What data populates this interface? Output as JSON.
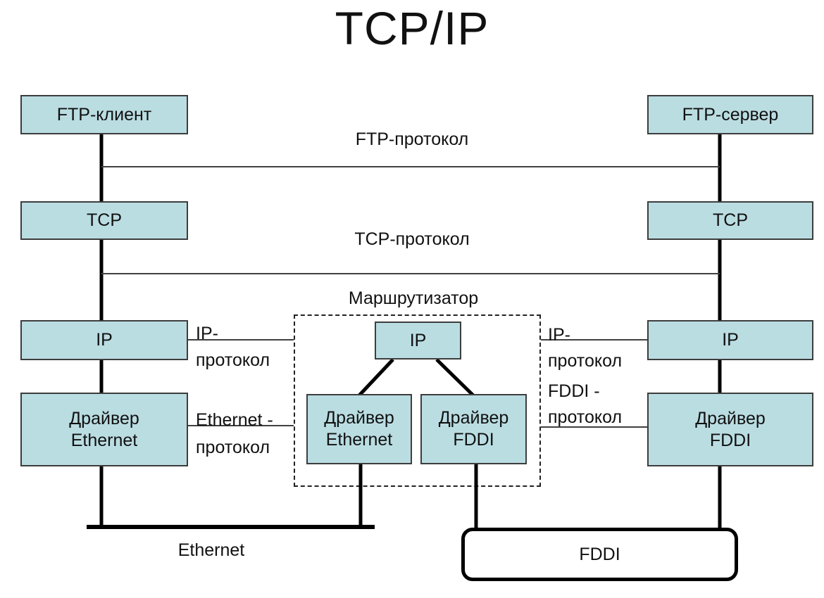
{
  "title": "TCP/IP",
  "colors": {
    "box_fill": "#badde2",
    "box_border": "#3d3d3d",
    "thick_line": "#000000",
    "thin_line": "#404040",
    "background": "#ffffff"
  },
  "nodes": {
    "left": {
      "app": "FTP-клиент",
      "tcp": "TCP",
      "ip": "IP",
      "driver_line1": "Драйвер",
      "driver_line2": "Ethernet"
    },
    "right": {
      "app": "FTP-сервер",
      "tcp": "TCP",
      "ip": "IP",
      "driver_line1": "Драйвер",
      "driver_line2": "FDDI"
    },
    "router": {
      "title": "Маршрутизатор",
      "ip": "IP",
      "eth_driver_line1": "Драйвер",
      "eth_driver_line2": "Ethernet",
      "fddi_driver_line1": "Драйвер",
      "fddi_driver_line2": "FDDI"
    }
  },
  "protocol_labels": {
    "ftp": "FTP-протокол",
    "tcp": "TCP-протокол",
    "ip_left_line1": "IP-",
    "ip_left_line2": "протокол",
    "ethernet_line1": "Ethernet -",
    "ethernet_line2": "протокол",
    "ip_right_line1": "IP-",
    "ip_right_line2": "протокол",
    "fddi_line1": "FDDI -",
    "fddi_line2": "протокол"
  },
  "networks": {
    "ethernet": "Ethernet",
    "fddi": "FDDI"
  }
}
